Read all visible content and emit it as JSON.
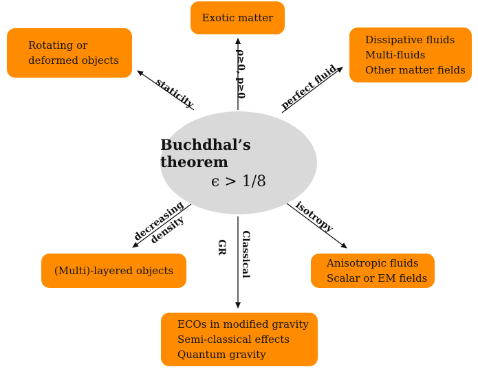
{
  "center": {
    "title": "Buchdhal’s theorem",
    "condition": "ϵ > 1/8"
  },
  "boxes": {
    "exotic": [
      "Exotic matter"
    ],
    "rotating": [
      "Rotating or",
      "deformed objects"
    ],
    "dissipative": [
      "Dissipative fluids",
      "Multi-fluids",
      "Other matter fields"
    ],
    "layered": [
      "(Multi)-layered objects"
    ],
    "anisotropic": [
      "Anisotropic fluids",
      "Scalar or EM fields"
    ],
    "ecos": [
      "ECOs in modified gravity",
      "Semi-classical effects",
      "Quantum gravity"
    ]
  },
  "labels": {
    "energy": "ρ≥0, p≥0",
    "staticity": "staticity",
    "perfect_fluid": "perfect fluid",
    "density_1": "decreasing",
    "density_2": "density",
    "classical_1": "Classical",
    "classical_2": "GR",
    "isotropy": "isotropy"
  }
}
